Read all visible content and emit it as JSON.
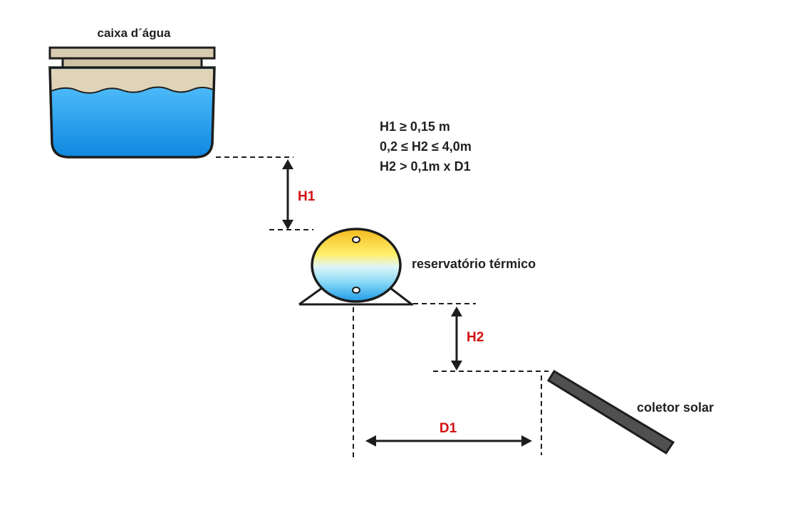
{
  "labels": {
    "water_tank": "caixa d´água",
    "thermal_reservoir": "reservatório térmico",
    "solar_collector": "coletor solar"
  },
  "formulas": [
    "H1 ≥ 0,15 m",
    "0,2 ≤ H2 ≤ 4,0m",
    "H2 > 0,1m x D1"
  ],
  "dimensions": {
    "h1": "H1",
    "h2": "H2",
    "d1": "D1"
  },
  "colors": {
    "water_blue": "#2aa6ee",
    "lid_beige": "#d8ccb0",
    "label_red": "#d20f0f",
    "text_dark": "#1f1f1f",
    "collector_gray": "#505050"
  }
}
